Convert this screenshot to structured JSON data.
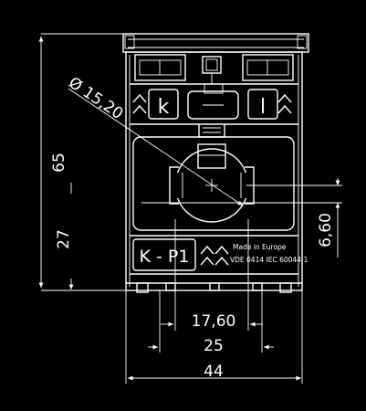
{
  "drawing": {
    "dimensions": {
      "height_total": "65",
      "height_center": "27",
      "diameter": "Ø 15,20",
      "offset": "6,60",
      "window_width": "17,60",
      "depth": "25",
      "width_total": "44"
    },
    "terminals": {
      "k_label": "k",
      "l_label": "l"
    },
    "nameplate": {
      "main": "K - P1",
      "line1": "Made in Europe",
      "line2": "VDE 0414 IEC 60044-1"
    }
  }
}
